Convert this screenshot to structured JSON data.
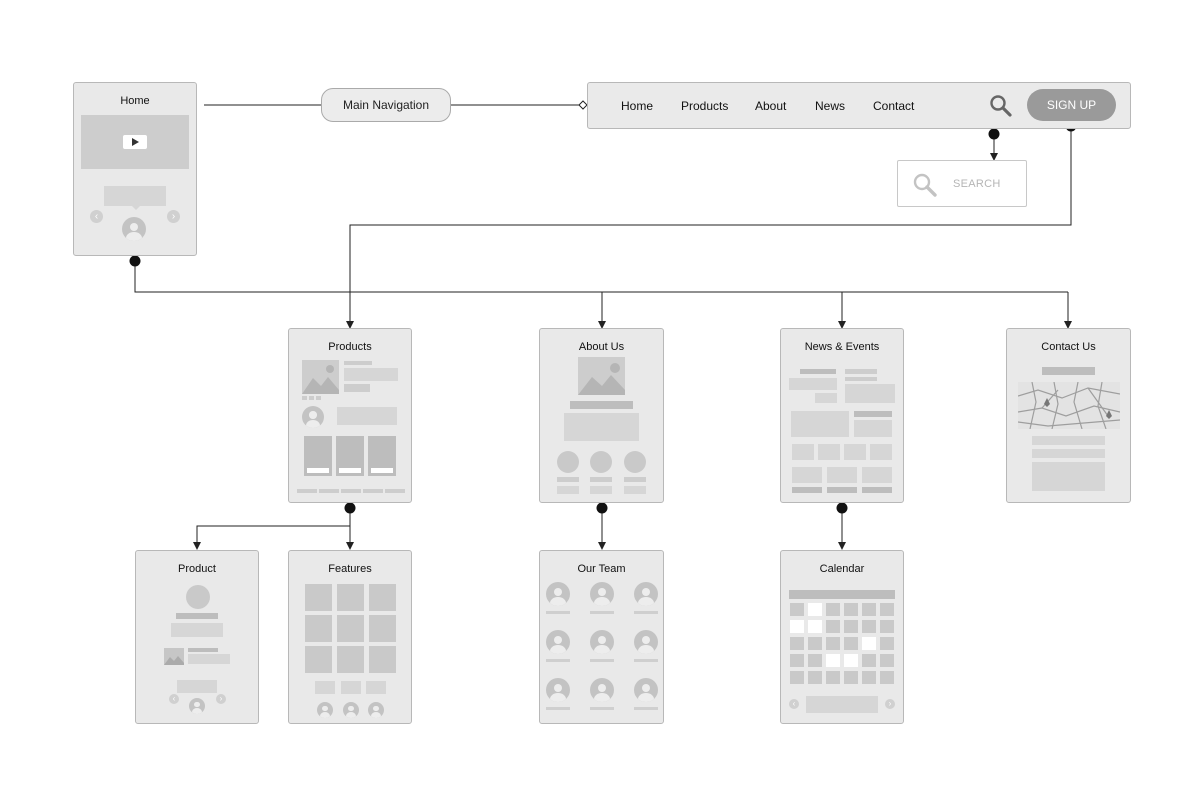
{
  "screens": {
    "home": "Home",
    "products": "Products",
    "about": "About Us",
    "news": "News & Events",
    "contact": "Contact Us",
    "product": "Product",
    "features": "Features",
    "team": "Our Team",
    "calendar": "Calendar"
  },
  "main_nav_label": "Main Navigation",
  "navbar": {
    "items": [
      "Home",
      "Products",
      "About",
      "News",
      "Contact"
    ],
    "signup": "SIGN UP"
  },
  "search": {
    "placeholder": "SEARCH"
  },
  "colors": {
    "card": "#e9e9e9",
    "block": "#cdcdcd",
    "line": "#222222",
    "button": "#9a9a9a"
  },
  "icons": [
    "search-icon",
    "play-icon",
    "image-icon",
    "avatar-icon",
    "map-icon",
    "chevron-left-icon",
    "chevron-right-icon"
  ]
}
